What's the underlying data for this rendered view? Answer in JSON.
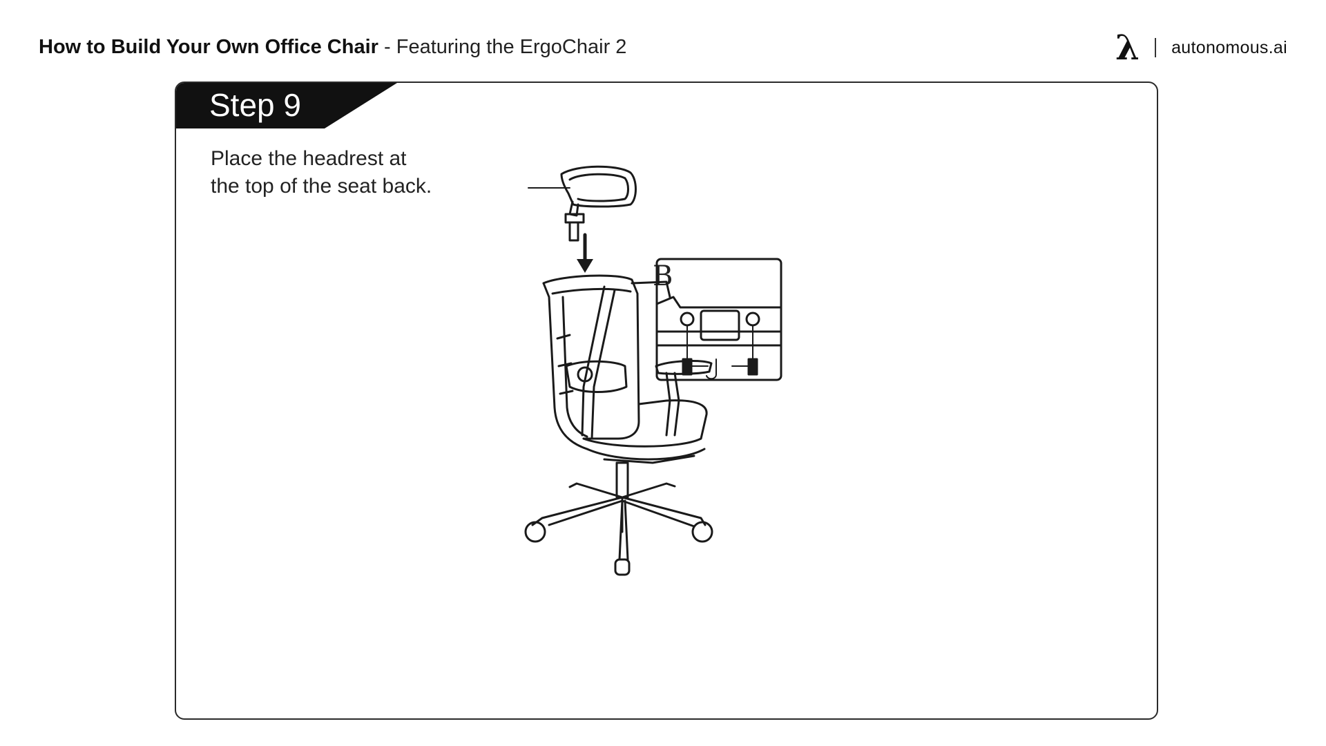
{
  "header": {
    "title_bold": "How to Build Your Own Office Chair",
    "separator": " - ",
    "subtitle": "Featuring the ErgoChair 2"
  },
  "brand": {
    "logo_icon": "lambda-logo-icon",
    "name": "autonomous.ai"
  },
  "step": {
    "label": "Step 9",
    "instruction_line1": "Place the headrest at",
    "instruction_line2": "the top of the seat back.",
    "part_label": "B"
  },
  "illustration": {
    "subject": "office-chair-with-headrest-icon",
    "detail_inset": "headrest-mount-detail-icon",
    "arrow": "arrow-down-icon"
  },
  "colors": {
    "banner": "#111111",
    "frame_border": "#2a2a2a",
    "text": "#111111"
  }
}
